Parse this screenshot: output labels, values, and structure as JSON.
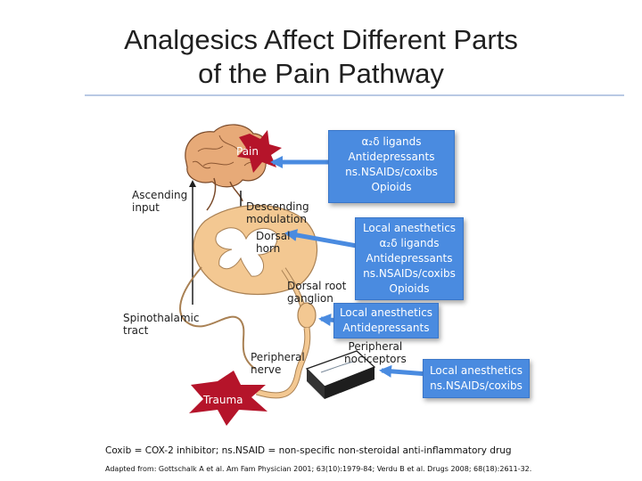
{
  "title_line1": "Analgesics Affect Different Parts",
  "title_line2": "of the Pain Pathway",
  "labels": {
    "pain": "Pain",
    "ascending_line1": "Ascending",
    "ascending_line2": "input",
    "descending_line1": "Descending",
    "descending_line2": "modulation",
    "dorsal_horn_line1": "Dorsal",
    "dorsal_horn_line2": "horn",
    "drg_line1": "Dorsal root",
    "drg_line2": "ganglion",
    "spinothalamic_line1": "Spinothalamic",
    "spinothalamic_line2": "tract",
    "peripheral_nerve_line1": "Peripheral",
    "peripheral_nerve_line2": "nerve",
    "peripheral_nociceptors_line1": "Peripheral",
    "peripheral_nociceptors_line2": "nociceptors",
    "trauma": "Trauma"
  },
  "boxes": {
    "brain": [
      "α₂δ ligands",
      "Antidepressants",
      "ns.NSAIDs/coxibs",
      "Opioids"
    ],
    "dorsal_horn": [
      "Local anesthetics",
      "α₂δ ligands",
      "Antidepressants",
      "ns.NSAIDs/coxibs",
      "Opioids"
    ],
    "drg": [
      "Local anesthetics",
      "Antidepressants"
    ],
    "periphery": [
      "Local anesthetics",
      "ns.NSAIDs/coxibs"
    ]
  },
  "footnote": "Coxib = COX-2 inhibitor; ns.NSAID = non-specific non-steroidal anti-inflammatory drug",
  "reference": "Adapted from: Gottschalk A et al. Am Fam Physician 2001; 63(10):1979-84; Verdu B et al. Drugs 2008; 68(18):2611-32.",
  "colors": {
    "box": "#4a8be0",
    "starburst": "#b5142a",
    "nerve": "#f3c892",
    "rule": "#b9c9e4"
  }
}
